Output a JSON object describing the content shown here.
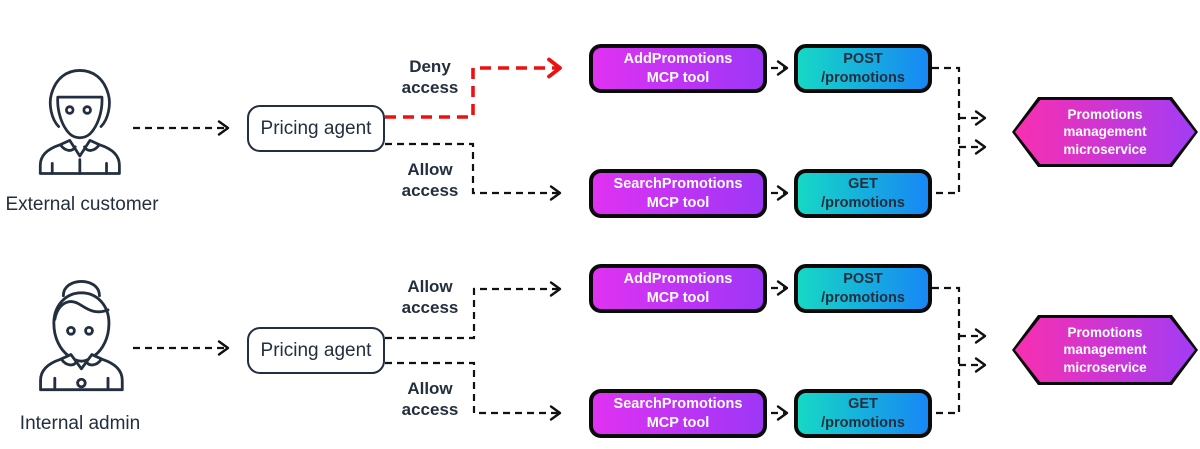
{
  "colors": {
    "ink": "#232f3e",
    "line": "#111111",
    "red": "#ee1010",
    "border": "#0a0a0a",
    "mcp_a": "#e032f2",
    "mcp_b": "#9e36f6",
    "api_a": "#16d8c5",
    "api_b": "#1787f5",
    "hex_a": "#f92fb0",
    "hex_b": "#a23cf5"
  },
  "rows": [
    {
      "actor": {
        "label": "External customer",
        "icon": "person-icon"
      },
      "agent": {
        "label": "Pricing agent"
      },
      "branches": [
        {
          "access": "Deny access",
          "status": "deny",
          "tool": {
            "name": "AddPromotions",
            "type": "MCP tool"
          },
          "api": {
            "method": "POST",
            "path": "/promotions"
          }
        },
        {
          "access": "Allow access",
          "status": "allow",
          "tool": {
            "name": "SearchPromotions",
            "type": "MCP tool"
          },
          "api": {
            "method": "GET",
            "path": "/promotions"
          }
        }
      ],
      "service": {
        "lines": [
          "Promotions",
          "management",
          "microservice"
        ]
      }
    },
    {
      "actor": {
        "label": "Internal admin",
        "icon": "person-bun-icon"
      },
      "agent": {
        "label": "Pricing agent"
      },
      "branches": [
        {
          "access": "Allow access",
          "status": "allow",
          "tool": {
            "name": "AddPromotions",
            "type": "MCP tool"
          },
          "api": {
            "method": "POST",
            "path": "/promotions"
          }
        },
        {
          "access": "Allow access",
          "status": "allow",
          "tool": {
            "name": "SearchPromotions",
            "type": "MCP tool"
          },
          "api": {
            "method": "GET",
            "path": "/promotions"
          }
        }
      ],
      "service": {
        "lines": [
          "Promotions",
          "management",
          "microservice"
        ]
      }
    }
  ]
}
